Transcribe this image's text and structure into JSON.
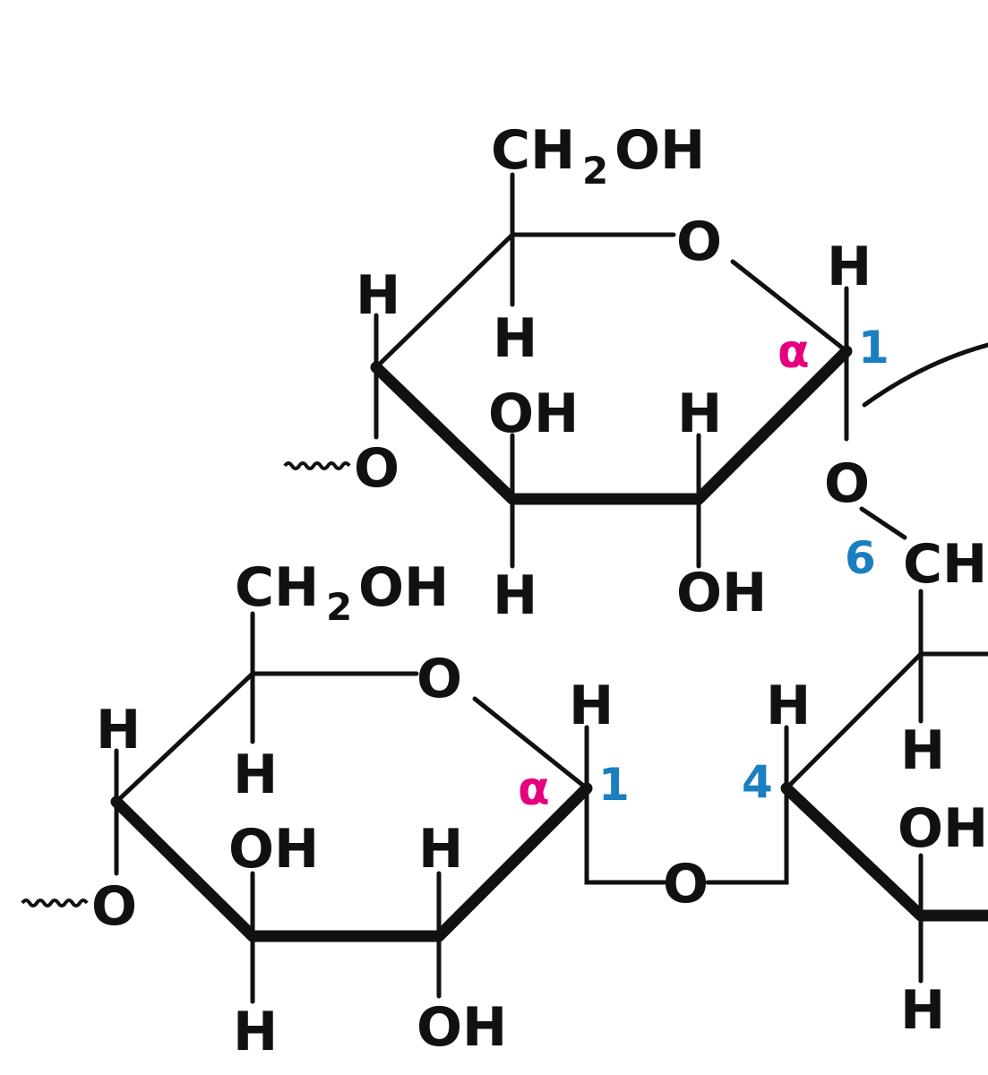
{
  "diagram": {
    "labels": {
      "ch2oh_ch": "CH",
      "ch2oh_sub": "2",
      "ch2oh_oh": "OH",
      "ring_oxygen": "O",
      "hydrogen": "H",
      "hydroxyl": "OH",
      "linkage_oxygen": "O",
      "glycosidic_oxygen": "O",
      "carbon_1": "1",
      "carbon_4": "4",
      "carbon_6": "6",
      "alpha": "α",
      "partial_ch": "CH",
      "partial_oh": "OH"
    },
    "colors": {
      "alpha": "#e6007e",
      "carbon_number": "#1a7fc1",
      "bond": "#111111"
    }
  }
}
